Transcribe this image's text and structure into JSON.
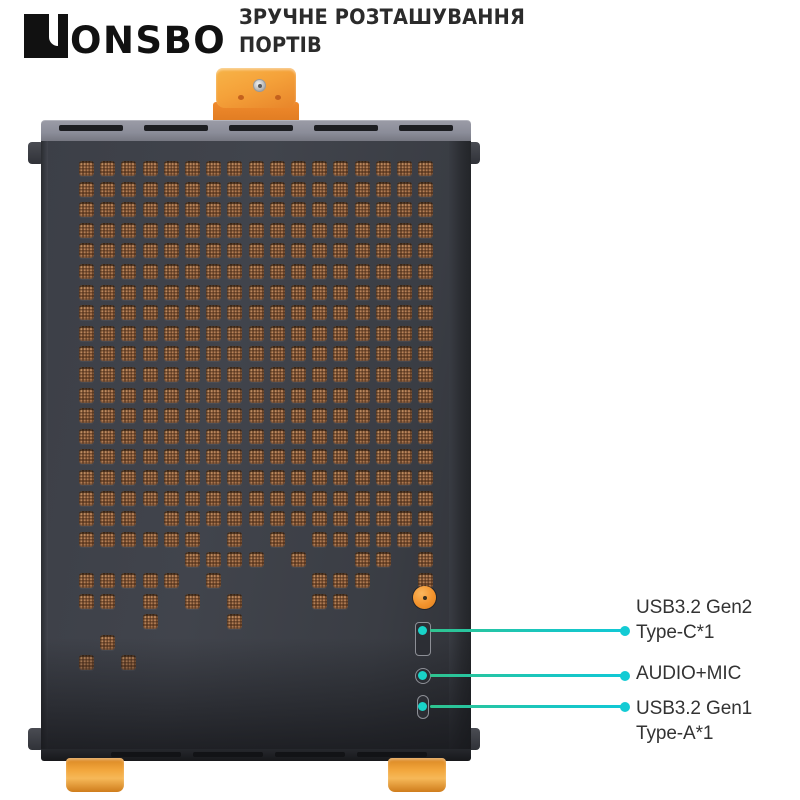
{
  "brand": {
    "logo_mark": "jonsbo-j-mark",
    "wordmark": "ONSBO"
  },
  "headline": {
    "text": "ЗРУЧНЕ РОЗТАШУВАННЯ ПОРТІВ"
  },
  "product": {
    "name": "jonsbo-pc-case-front-view",
    "body_color": "#3a3d44",
    "accent_color": "#f2a63c",
    "mesh_color": "#b8835a",
    "top_plate_color": "#8b8d99",
    "handle": {
      "name": "carry-handle",
      "color": "#f5a23a",
      "screw": "center-screw"
    },
    "power_button": {
      "name": "power-button",
      "color": "#f3932c"
    },
    "feet": [
      {
        "name": "foot-left",
        "color": "#f2a63c"
      },
      {
        "name": "foot-right",
        "color": "#f2a63c"
      }
    ]
  },
  "callouts": {
    "accent_color": "#13cbd4",
    "items": [
      {
        "id": "usb-c-gen2",
        "label": "USB3.2 Gen2\nType-C*1",
        "port_name": "front-usb-c-port"
      },
      {
        "id": "audio-mic",
        "label": "AUDIO+MIC",
        "port_name": "front-audio-mic-jack"
      },
      {
        "id": "usb-a-gen1",
        "label": "USB3.2 Gen1\nType-A*1",
        "port_name": "front-usb-a-port"
      }
    ]
  }
}
